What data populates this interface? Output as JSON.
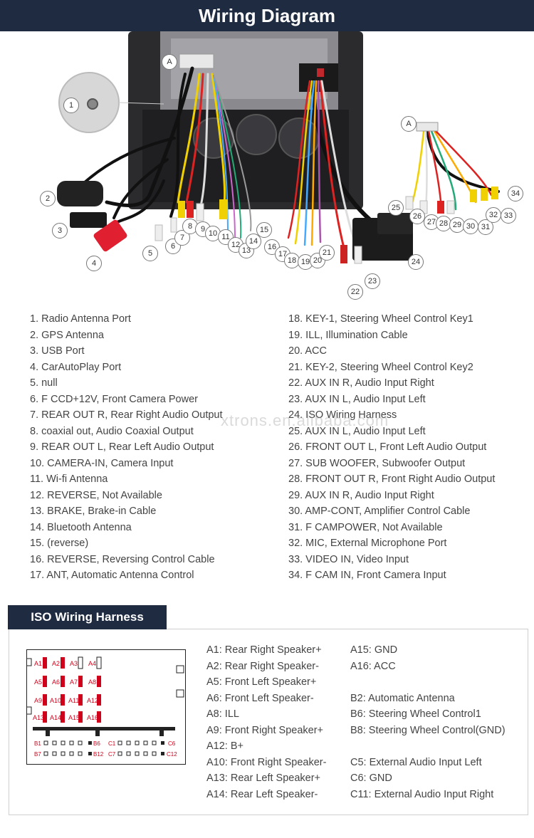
{
  "header": {
    "title": "Wiring Diagram"
  },
  "diagram": {
    "labels": [
      "1",
      "2",
      "3",
      "4",
      "5",
      "6",
      "7",
      "8",
      "9",
      "10",
      "11",
      "12",
      "13",
      "14",
      "15",
      "16",
      "17",
      "18",
      "19",
      "20",
      "21",
      "22",
      "23",
      "24",
      "25",
      "26",
      "27",
      "28",
      "29",
      "30",
      "31",
      "32",
      "33",
      "34"
    ],
    "connector_tag": "A"
  },
  "legend": {
    "left": [
      "1. Radio Antenna Port",
      "2. GPS Antenna",
      "3. USB Port",
      "4. CarAutoPlay Port",
      "5. null",
      "6. F CCD+12V, Front Camera Power",
      "7. REAR OUT R, Rear Right Audio Output",
      "8. coaxial out, Audio Coaxial Output",
      "9. REAR OUT L, Rear Left Audio Output",
      "10. CAMERA-IN, Camera Input",
      "11. Wi-fi Antenna",
      "12. REVERSE, Not Available",
      "13. BRAKE, Brake-in Cable",
      "14. Bluetooth Antenna",
      "15. (reverse)",
      "16. REVERSE, Reversing Control Cable",
      "17. ANT, Automatic Antenna Control"
    ],
    "right": [
      "18. KEY-1, Steering Wheel Control Key1",
      "19. ILL, Illumination Cable",
      "20. ACC",
      "21. KEY-2, Steering Wheel Control Key2",
      "22. AUX IN R, Audio Input Right",
      "23. AUX IN L, Audio Input Left",
      "24. ISO Wiring Harness",
      "25. AUX IN L, Audio Input Left",
      "26. FRONT OUT L, Front Left Audio Output",
      "27. SUB WOOFER, Subwoofer Output",
      "28. FRONT OUT R, Front Right Audio Output",
      "29. AUX IN R, Audio Input Right",
      "30. AMP-CONT, Amplifier Control Cable",
      "31. F CAMPOWER, Not Available",
      "32. MIC, External Microphone Port",
      "33. VIDEO IN, Video Input",
      "34. F CAM IN, Front Camera Input"
    ]
  },
  "watermark": "xtrons.en.alibaba.com",
  "iso": {
    "title": "ISO Wiring Harness",
    "pins_a": [
      "A1",
      "A2",
      "A3",
      "A4",
      "A5",
      "A6",
      "A7",
      "A8",
      "A9",
      "A10",
      "A11",
      "A12",
      "A13",
      "A14",
      "A15",
      "A16"
    ],
    "pins_b": [
      "B1",
      "B6",
      "B7",
      "B12"
    ],
    "pins_c": [
      "C1",
      "C6",
      "C7",
      "C12"
    ],
    "col1": [
      "A1: Rear Right Speaker+",
      "A2: Rear Right Speaker-",
      "A5: Front Left Speaker+",
      "A6: Front Left Speaker-",
      "A8: ILL",
      "A9: Front Right Speaker+",
      "A12: B+",
      "A10: Front Right Speaker-",
      "A13: Rear Left Speaker+",
      "A14: Rear Left Speaker-"
    ],
    "col2": [
      "A15: GND",
      "A16: ACC",
      "B2: Automatic Antenna",
      "B6: Steering Wheel Control1",
      "B8: Steering Wheel Control(GND)",
      "C5: External Audio Input Left",
      "C6: GND",
      "C11: External Audio Input Right"
    ]
  },
  "colors": {
    "header_bg": "#1e2b40",
    "pin_red": "#d0021b"
  }
}
